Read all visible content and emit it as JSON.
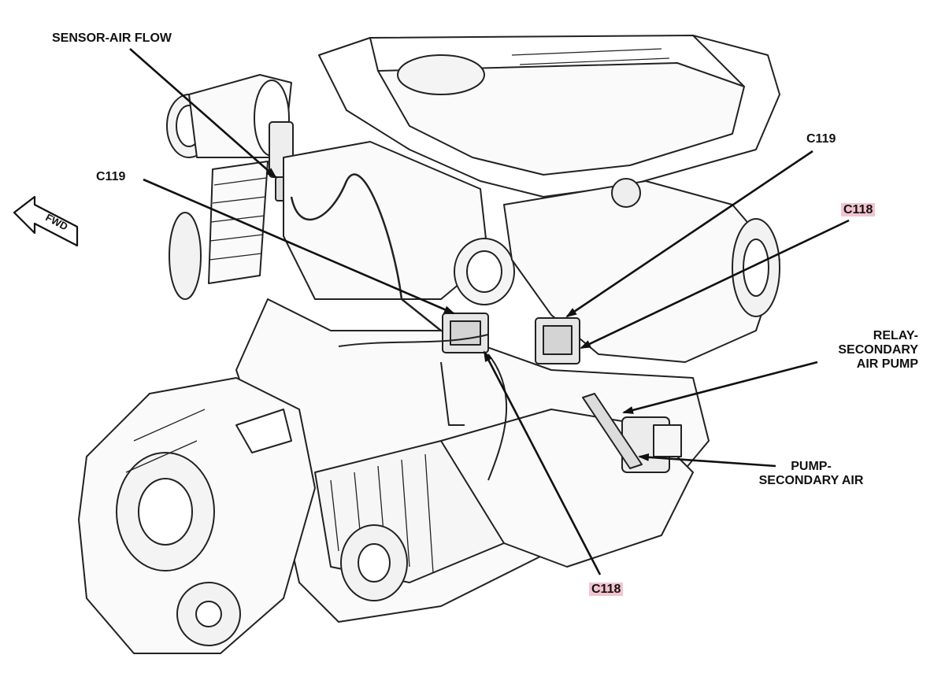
{
  "labels": {
    "sensor_air_flow": "SENSOR-AIR FLOW",
    "c119_left": "C119",
    "c119_right": "C119",
    "c118_top": "C118",
    "c118_bottom": "C118",
    "relay_line1": "RELAY-",
    "relay_line2": "SECONDARY",
    "relay_line3": "AIR PUMP",
    "pump_line1": "PUMP-",
    "pump_line2": "SECONDARY AIR",
    "fwd": "FWD"
  },
  "colors": {
    "c118_highlight": "#f2c4d0",
    "line": "#111111"
  }
}
